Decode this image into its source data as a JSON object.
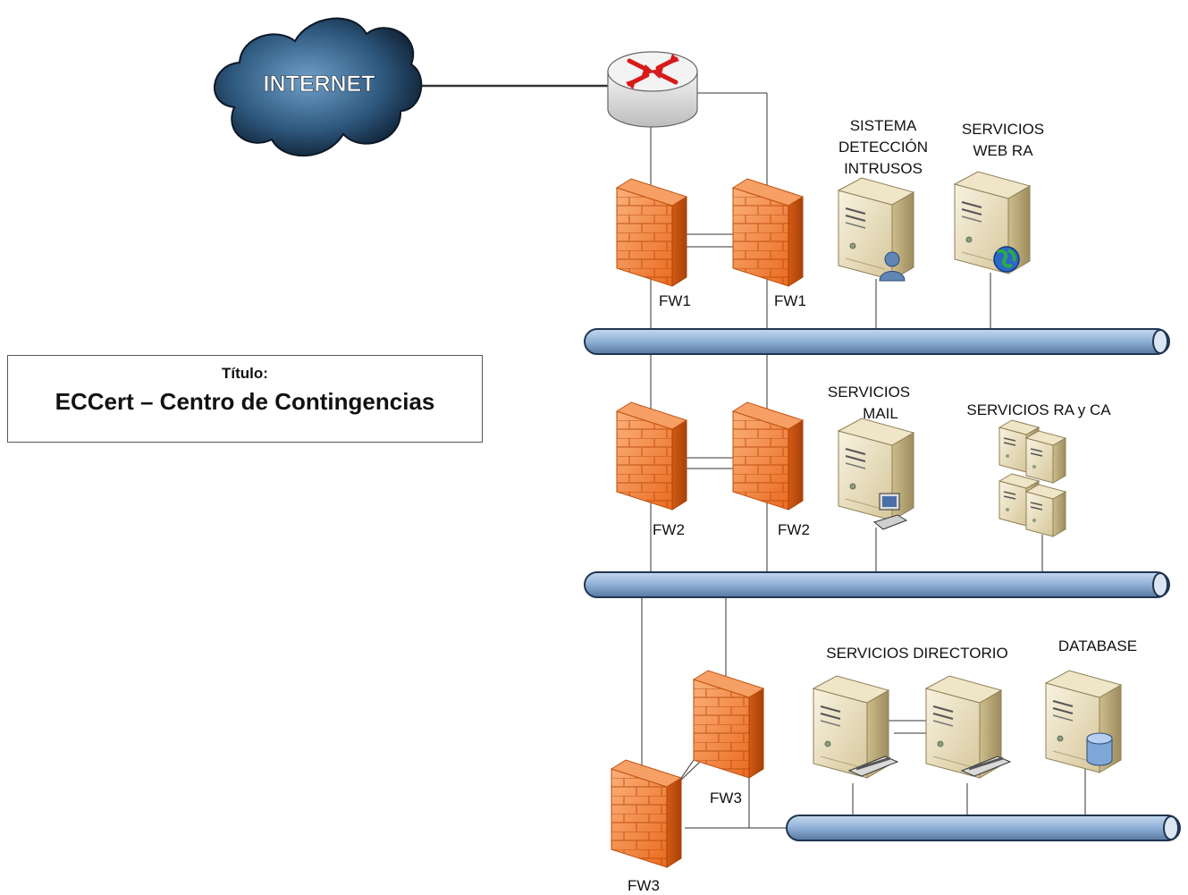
{
  "internet_label": "INTERNET",
  "title_box": {
    "label": "Título:",
    "title": "ECCert – Centro de Contingencias"
  },
  "firewalls": {
    "fw1_left": "FW1",
    "fw1_right": "FW1",
    "fw2_left": "FW2",
    "fw2_right": "FW2",
    "fw3_upper": "FW3",
    "fw3_lower": "FW3"
  },
  "servers": {
    "ids": [
      "SISTEMA",
      "DETECCIÓN",
      "INTRUSOS"
    ],
    "web_ra": [
      "SERVICIOS",
      "WEB RA"
    ],
    "mail": [
      "SERVICIOS",
      "MAIL"
    ],
    "ra_ca": "SERVICIOS RA y CA",
    "directorio": "SERVICIOS DIRECTORIO",
    "database": "DATABASE"
  },
  "colors": {
    "bus": "#8fb0d6",
    "firewall": "#f5822a",
    "server": "#e8dcb8",
    "cloud": "#2f5a80"
  }
}
